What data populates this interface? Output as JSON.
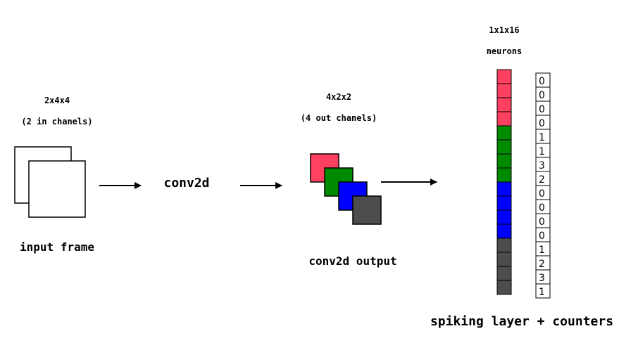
{
  "input": {
    "shape": "2x4x4",
    "channels": "(2 in chanels)",
    "label": "input frame"
  },
  "conv": {
    "label": "conv2d"
  },
  "output": {
    "shape": "4x2x2",
    "channels": "(4 out chanels)",
    "label": "conv2d output"
  },
  "spiking": {
    "shape": "1x1x16",
    "neurons_label": "neurons",
    "label": "spiking layer + counters",
    "counters": [
      "0",
      "0",
      "0",
      "0",
      "1",
      "1",
      "3",
      "2",
      "0",
      "0",
      "0",
      "0",
      "1",
      "2",
      "3",
      "1"
    ]
  },
  "colors": {
    "channel_1": "#ff4060",
    "channel_2": "#008a00",
    "channel_3": "#0000ff",
    "channel_4": "#4d4d4d",
    "stroke": "#000000"
  }
}
